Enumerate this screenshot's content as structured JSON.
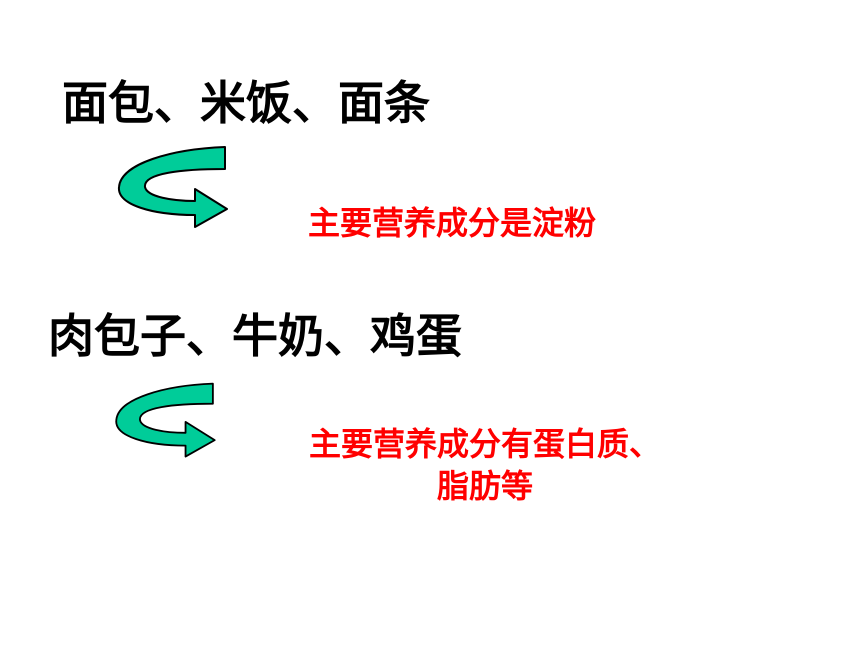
{
  "slide": {
    "section1": {
      "foods": "面包、米饭、面条",
      "nutrient": "主要营养成分是淀粉"
    },
    "section2": {
      "foods": "肉包子、牛奶、鸡蛋",
      "nutrient_line1": "主要营养成分有蛋白质、",
      "nutrient_line2": "脂肪等"
    }
  },
  "colors": {
    "heading": "#000000",
    "highlight": "#ff0000",
    "arrow_fill": "#00cc99",
    "arrow_outline": "#000000"
  },
  "icons": {
    "arrow": "curved-arrow-icon"
  }
}
